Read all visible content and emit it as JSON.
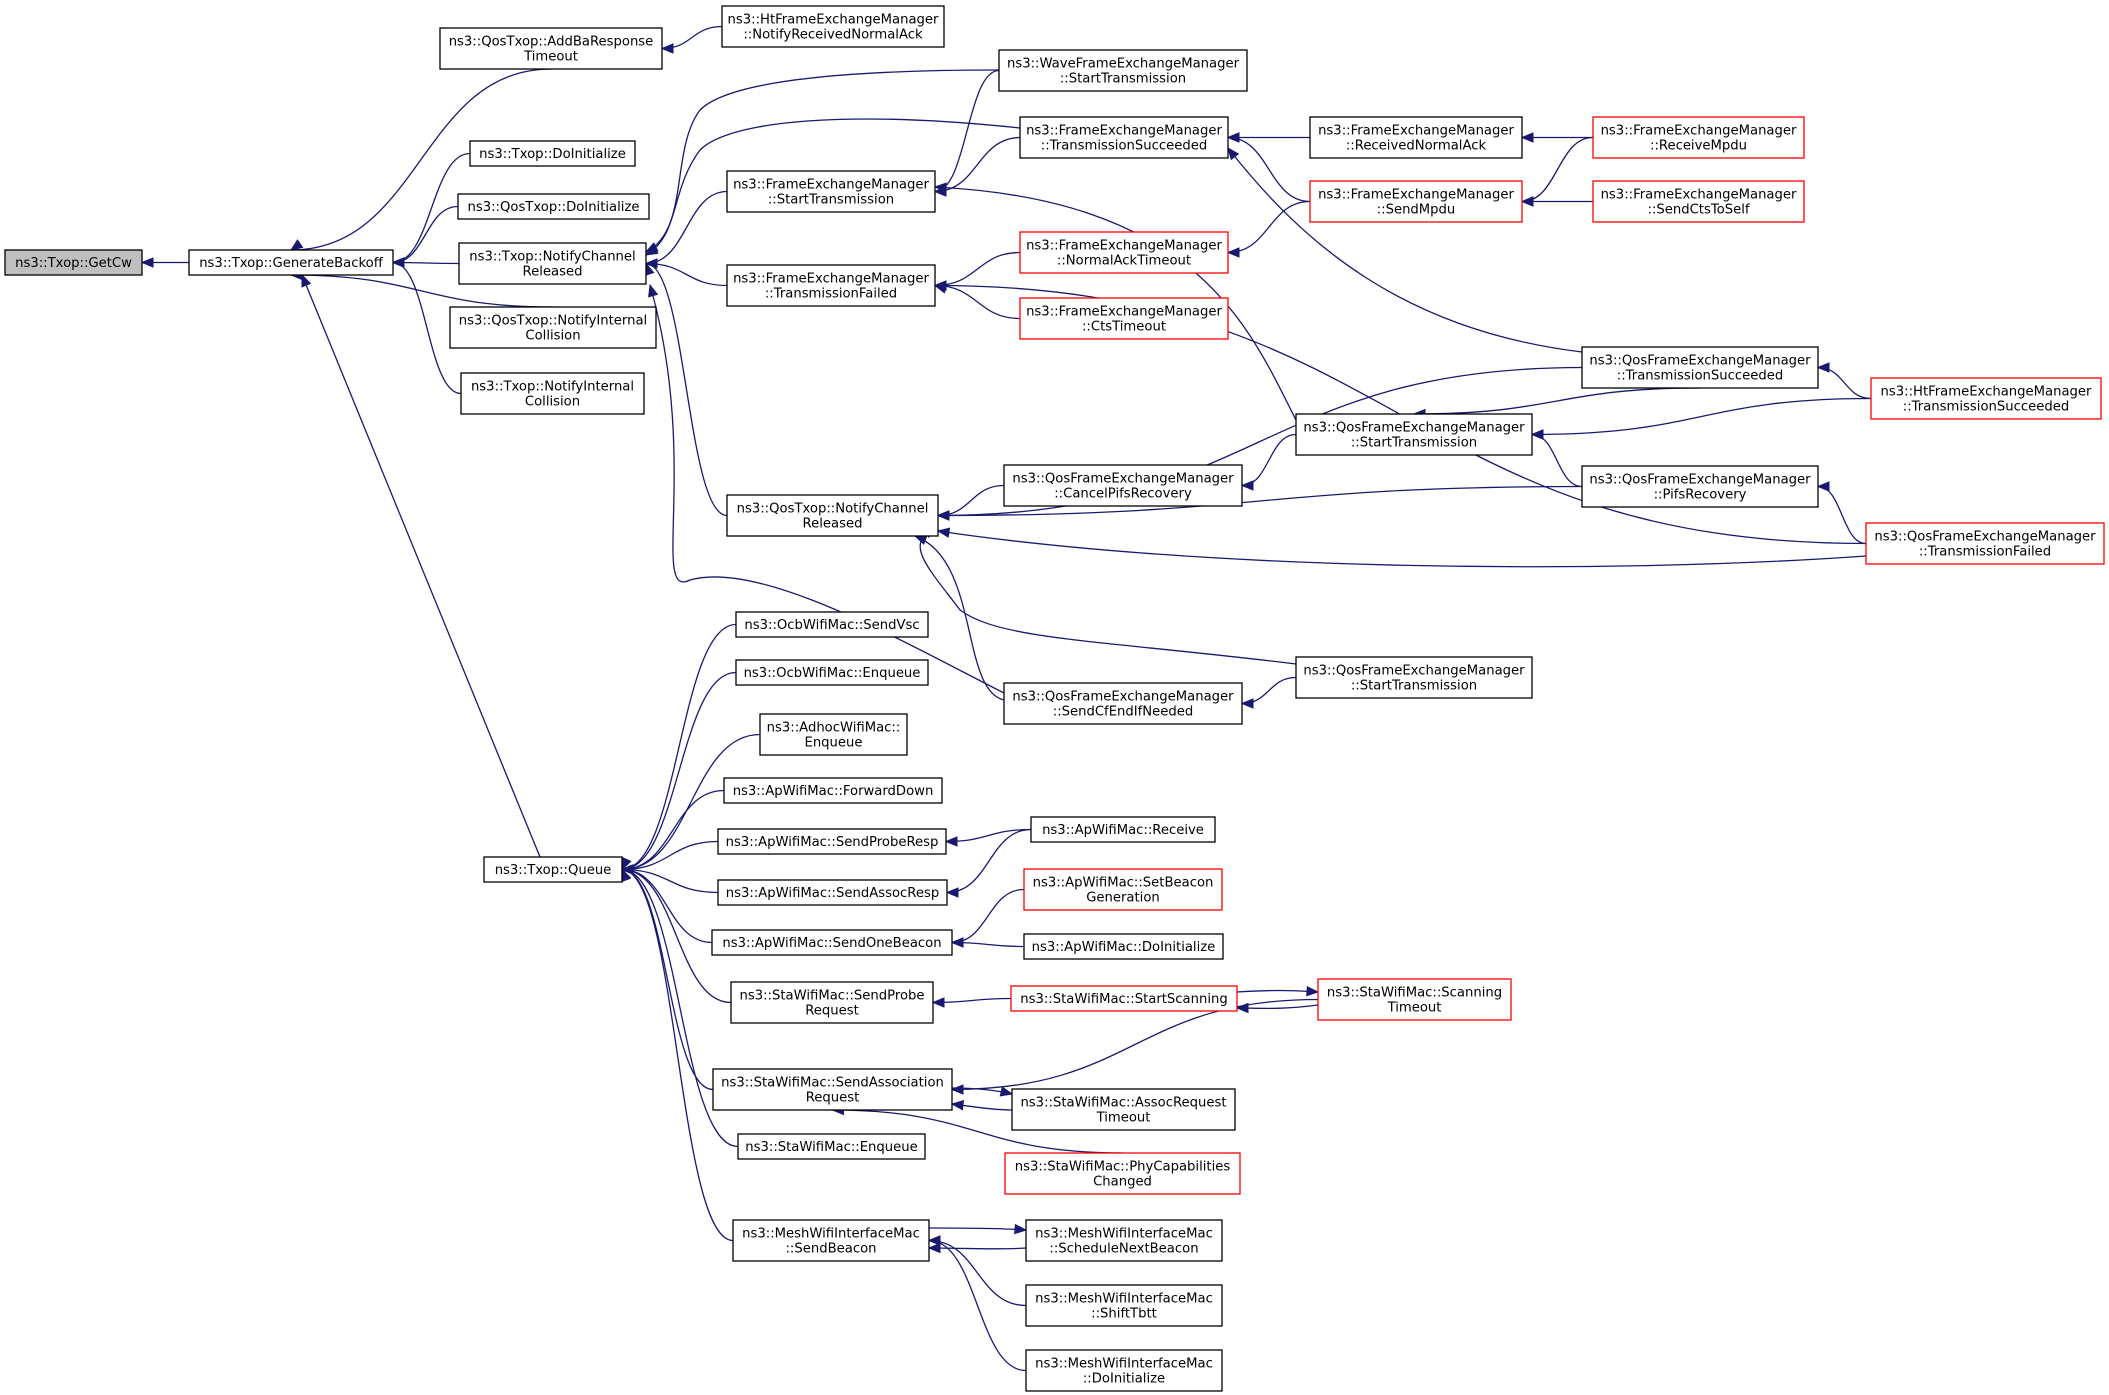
{
  "colors": {
    "edge": "#191970",
    "node_border": "#000000",
    "node_border_truncated": "#ff0000",
    "root_fill": "#bfbfbf"
  },
  "nodes": [
    {
      "id": "getcw",
      "lines": [
        "ns3::Txop::GetCw"
      ],
      "red": false,
      "root": true
    },
    {
      "id": "genbackoff",
      "lines": [
        "ns3::Txop::GenerateBackoff"
      ],
      "red": false
    },
    {
      "id": "qos_addba",
      "lines": [
        "ns3::QosTxop::AddBaResponse",
        "Timeout"
      ],
      "red": false
    },
    {
      "id": "ht_notifyack",
      "lines": [
        "ns3::HtFrameExchangeManager",
        "::NotifyReceivedNormalAck"
      ],
      "red": false
    },
    {
      "id": "txop_doinit",
      "lines": [
        "ns3::Txop::DoInitialize"
      ],
      "red": false
    },
    {
      "id": "qos_doinit",
      "lines": [
        "ns3::QosTxop::DoInitialize"
      ],
      "red": false
    },
    {
      "id": "txop_ncr",
      "lines": [
        "ns3::Txop::NotifyChannel",
        "Released"
      ],
      "red": false
    },
    {
      "id": "qos_nic",
      "lines": [
        "ns3::QosTxop::NotifyInternal",
        "Collision"
      ],
      "red": false
    },
    {
      "id": "txop_nic",
      "lines": [
        "ns3::Txop::NotifyInternal",
        "Collision"
      ],
      "red": false
    },
    {
      "id": "txop_queue",
      "lines": [
        "ns3::Txop::Queue"
      ],
      "red": false
    },
    {
      "id": "wave_st",
      "lines": [
        "ns3::WaveFrameExchangeManager",
        "::StartTransmission"
      ],
      "red": false
    },
    {
      "id": "fem_ts",
      "lines": [
        "ns3::FrameExchangeManager",
        "::TransmissionSucceeded"
      ],
      "red": false
    },
    {
      "id": "fem_st",
      "lines": [
        "ns3::FrameExchangeManager",
        "::StartTransmission"
      ],
      "red": false
    },
    {
      "id": "fem_tf",
      "lines": [
        "ns3::FrameExchangeManager",
        "::TransmissionFailed"
      ],
      "red": false
    },
    {
      "id": "fem_rna",
      "lines": [
        "ns3::FrameExchangeManager",
        "::ReceivedNormalAck"
      ],
      "red": false
    },
    {
      "id": "fem_rmpdu",
      "lines": [
        "ns3::FrameExchangeManager",
        "::ReceiveMpdu"
      ],
      "red": true
    },
    {
      "id": "fem_sendmpdu",
      "lines": [
        "ns3::FrameExchangeManager",
        "::SendMpdu"
      ],
      "red": true
    },
    {
      "id": "fem_sctsself",
      "lines": [
        "ns3::FrameExchangeManager",
        "::SendCtsToSelf"
      ],
      "red": true
    },
    {
      "id": "fem_nat",
      "lines": [
        "ns3::FrameExchangeManager",
        "::NormalAckTimeout"
      ],
      "red": true
    },
    {
      "id": "fem_ctst",
      "lines": [
        "ns3::FrameExchangeManager",
        "::CtsTimeout"
      ],
      "red": true
    },
    {
      "id": "qfem_ts",
      "lines": [
        "ns3::QosFrameExchangeManager",
        "::TransmissionSucceeded"
      ],
      "red": false
    },
    {
      "id": "htfem_ts",
      "lines": [
        "ns3::HtFrameExchangeManager",
        "::TransmissionSucceeded"
      ],
      "red": true
    },
    {
      "id": "qfem_st",
      "lines": [
        "ns3::QosFrameExchangeManager",
        "::StartTransmission"
      ],
      "red": false
    },
    {
      "id": "qos_ncr",
      "lines": [
        "ns3::QosTxop::NotifyChannel",
        "Released"
      ],
      "red": false
    },
    {
      "id": "qfem_cpr",
      "lines": [
        "ns3::QosFrameExchangeManager",
        "::CancelPifsRecovery"
      ],
      "red": false
    },
    {
      "id": "qfem_pr",
      "lines": [
        "ns3::QosFrameExchangeManager",
        "::PifsRecovery"
      ],
      "red": false
    },
    {
      "id": "qfem_tf",
      "lines": [
        "ns3::QosFrameExchangeManager",
        "::TransmissionFailed"
      ],
      "red": true
    },
    {
      "id": "qfem_st2",
      "lines": [
        "ns3::QosFrameExchangeManager",
        "::StartTransmission"
      ],
      "red": false
    },
    {
      "id": "qfem_scfe",
      "lines": [
        "ns3::QosFrameExchangeManager",
        "::SendCfEndIfNeeded"
      ],
      "red": false
    },
    {
      "id": "ocb_vsc",
      "lines": [
        "ns3::OcbWifiMac::SendVsc"
      ],
      "red": false
    },
    {
      "id": "ocb_enq",
      "lines": [
        "ns3::OcbWifiMac::Enqueue"
      ],
      "red": false
    },
    {
      "id": "adhoc_enq",
      "lines": [
        "ns3::AdhocWifiMac::",
        "Enqueue"
      ],
      "red": false
    },
    {
      "id": "ap_fwd",
      "lines": [
        "ns3::ApWifiMac::ForwardDown"
      ],
      "red": false
    },
    {
      "id": "ap_spr",
      "lines": [
        "ns3::ApWifiMac::SendProbeResp"
      ],
      "red": false
    },
    {
      "id": "ap_recv",
      "lines": [
        "ns3::ApWifiMac::Receive"
      ],
      "red": false
    },
    {
      "id": "ap_sar",
      "lines": [
        "ns3::ApWifiMac::SendAssocResp"
      ],
      "red": false
    },
    {
      "id": "ap_sbg",
      "lines": [
        "ns3::ApWifiMac::SetBeacon",
        "Generation"
      ],
      "red": true
    },
    {
      "id": "ap_sob",
      "lines": [
        "ns3::ApWifiMac::SendOneBeacon"
      ],
      "red": false
    },
    {
      "id": "ap_doinit",
      "lines": [
        "ns3::ApWifiMac::DoInitialize"
      ],
      "red": false
    },
    {
      "id": "sta_spr",
      "lines": [
        "ns3::StaWifiMac::SendProbe",
        "Request"
      ],
      "red": false
    },
    {
      "id": "sta_ss",
      "lines": [
        "ns3::StaWifiMac::StartScanning"
      ],
      "red": true
    },
    {
      "id": "sta_sto",
      "lines": [
        "ns3::StaWifiMac::Scanning",
        "Timeout"
      ],
      "red": true
    },
    {
      "id": "sta_sar",
      "lines": [
        "ns3::StaWifiMac::SendAssociation",
        "Request"
      ],
      "red": false
    },
    {
      "id": "sta_art",
      "lines": [
        "ns3::StaWifiMac::AssocRequest",
        "Timeout"
      ],
      "red": false
    },
    {
      "id": "sta_pcc",
      "lines": [
        "ns3::StaWifiMac::PhyCapabilities",
        "Changed"
      ],
      "red": true
    },
    {
      "id": "sta_enq",
      "lines": [
        "ns3::StaWifiMac::Enqueue"
      ],
      "red": false
    },
    {
      "id": "mesh_sb",
      "lines": [
        "ns3::MeshWifiInterfaceMac",
        "::SendBeacon"
      ],
      "red": false
    },
    {
      "id": "mesh_snb",
      "lines": [
        "ns3::MeshWifiInterfaceMac",
        "::ScheduleNextBeacon"
      ],
      "red": false
    },
    {
      "id": "mesh_stbtt",
      "lines": [
        "ns3::MeshWifiInterfaceMac",
        "::ShiftTbtt"
      ],
      "red": false
    },
    {
      "id": "mesh_doinit",
      "lines": [
        "ns3::MeshWifiInterfaceMac",
        "::DoInitialize"
      ],
      "red": false
    }
  ],
  "edges": [
    [
      "genbackoff",
      "getcw"
    ],
    [
      "qos_addba",
      "genbackoff"
    ],
    [
      "txop_doinit",
      "genbackoff"
    ],
    [
      "qos_doinit",
      "genbackoff"
    ],
    [
      "txop_ncr",
      "genbackoff"
    ],
    [
      "qos_nic",
      "genbackoff"
    ],
    [
      "txop_nic",
      "genbackoff"
    ],
    [
      "txop_queue",
      "genbackoff"
    ],
    [
      "ht_notifyack",
      "qos_addba"
    ],
    [
      "wave_st",
      "txop_ncr"
    ],
    [
      "fem_ts",
      "txop_ncr"
    ],
    [
      "fem_st",
      "txop_ncr"
    ],
    [
      "fem_tf",
      "txop_ncr"
    ],
    [
      "qos_ncr",
      "txop_ncr"
    ],
    [
      "qfem_scfe",
      "txop_ncr"
    ],
    [
      "wave_st",
      "fem_st"
    ],
    [
      "fem_ts",
      "fem_st"
    ],
    [
      "qfem_st",
      "fem_st"
    ],
    [
      "fem_rna",
      "fem_ts"
    ],
    [
      "fem_sendmpdu",
      "fem_ts"
    ],
    [
      "qfem_ts",
      "fem_ts"
    ],
    [
      "fem_rmpdu",
      "fem_rna"
    ],
    [
      "fem_rmpdu",
      "fem_sendmpdu"
    ],
    [
      "fem_sctsself",
      "fem_sendmpdu"
    ],
    [
      "fem_nat",
      "fem_tf"
    ],
    [
      "fem_ctst",
      "fem_tf"
    ],
    [
      "qfem_tf",
      "fem_tf"
    ],
    [
      "fem_sendmpdu",
      "fem_nat"
    ],
    [
      "qfem_ts",
      "qos_ncr"
    ],
    [
      "qfem_cpr",
      "qos_ncr"
    ],
    [
      "qfem_pr",
      "qos_ncr"
    ],
    [
      "qfem_tf",
      "qos_ncr"
    ],
    [
      "qfem_st2",
      "qos_ncr"
    ],
    [
      "qfem_scfe",
      "qos_ncr"
    ],
    [
      "qfem_st",
      "qfem_cpr"
    ],
    [
      "qfem_ts",
      "qfem_st"
    ],
    [
      "htfem_ts",
      "qfem_st"
    ],
    [
      "qfem_pr",
      "qfem_st"
    ],
    [
      "htfem_ts",
      "qfem_ts"
    ],
    [
      "qfem_tf",
      "qfem_pr"
    ],
    [
      "qfem_st2",
      "qfem_scfe"
    ],
    [
      "ocb_vsc",
      "txop_queue"
    ],
    [
      "ocb_enq",
      "txop_queue"
    ],
    [
      "adhoc_enq",
      "txop_queue"
    ],
    [
      "ap_fwd",
      "txop_queue"
    ],
    [
      "ap_spr",
      "txop_queue"
    ],
    [
      "ap_sar",
      "txop_queue"
    ],
    [
      "ap_sob",
      "txop_queue"
    ],
    [
      "sta_spr",
      "txop_queue"
    ],
    [
      "sta_sar",
      "txop_queue"
    ],
    [
      "sta_enq",
      "txop_queue"
    ],
    [
      "mesh_sb",
      "txop_queue"
    ],
    [
      "ap_recv",
      "ap_spr"
    ],
    [
      "ap_recv",
      "ap_sar"
    ],
    [
      "ap_sbg",
      "ap_sob"
    ],
    [
      "ap_doinit",
      "ap_sob"
    ],
    [
      "sta_ss",
      "sta_spr"
    ],
    [
      "sta_sto",
      "sta_ss"
    ],
    [
      "sta_ss",
      "sta_sto"
    ],
    [
      "sta_sto",
      "sta_sar"
    ],
    [
      "sta_art",
      "sta_sar"
    ],
    [
      "sta_sar",
      "sta_art"
    ],
    [
      "sta_pcc",
      "sta_sar"
    ],
    [
      "mesh_snb",
      "mesh_sb"
    ],
    [
      "mesh_sb",
      "mesh_snb"
    ],
    [
      "mesh_stbtt",
      "mesh_sb"
    ],
    [
      "mesh_doinit",
      "mesh_sb"
    ]
  ]
}
